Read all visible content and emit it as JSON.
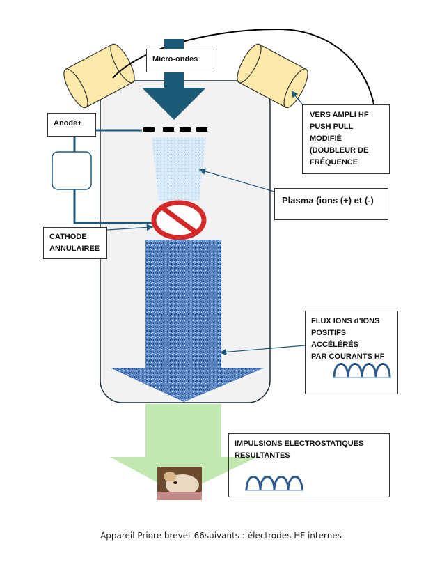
{
  "labels": {
    "micro_ondes": "Micro-ondes",
    "anode": "Anode+",
    "ampli_lines": [
      "VERS AMPLI HF",
      "PUSH PULL MODIFIÉ",
      "(DOUBLEUR DE",
      "FRÉQUENCE"
    ],
    "plasma": "Plasma (ions (+) et (-)",
    "cathode_lines": [
      "CATHODE",
      "ANNULAIREE"
    ],
    "flux_lines": [
      "FLUX IONS d’IONS",
      "POSITIFS ACCÉLÉRÉS",
      "PAR COURANTS HF"
    ],
    "impulsions_lines": [
      "IMPULSIONS ELECTROSTATIQUES",
      "RESULTANTES"
    ]
  },
  "caption": "Appareil Priore  brevet 66suivants  : électrodes HF internes",
  "colors": {
    "chamber_fill": "#f2f2f2",
    "wire": "#1f5a7a",
    "arrow_dark": "#1d5a78",
    "horn_fill": "#fde9a9",
    "ion_blue": "#4a77b8",
    "green_arrow": "#c3e7b0",
    "no_sign_red": "#d42a2a"
  }
}
